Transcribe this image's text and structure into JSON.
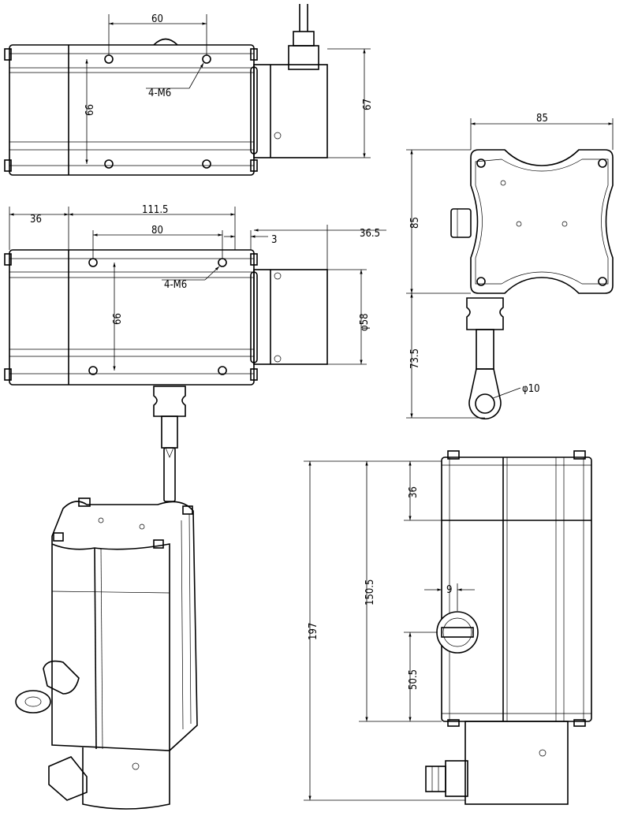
{
  "drawing": {
    "top_view": {
      "dim_hole_spacing_x": "60",
      "thread_label": "4-M6",
      "dim_hole_spacing_y": "66",
      "dim_height": "67"
    },
    "front_view": {
      "dim_left": "36",
      "dim_body": "111.5",
      "dim_hole_spacing_x": "80",
      "dim_gap": "3",
      "dim_box": "36.5",
      "thread_label": "4-M6",
      "dim_hole_spacing_y": "66",
      "dim_diameter": "φ58"
    },
    "side_view": {
      "dim_width": "85",
      "dim_height": "85",
      "dim_knob_length": "73.5",
      "dim_eye": "φ10"
    },
    "bottom_view": {
      "dim_total": "197",
      "dim_body": "150.5",
      "dim_top": "36",
      "dim_knob_offset": "9",
      "dim_knob_height": "50.5"
    }
  }
}
